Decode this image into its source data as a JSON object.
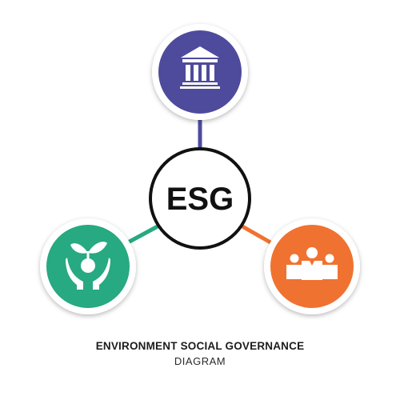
{
  "center": {
    "label": "ESG"
  },
  "nodes": [
    {
      "id": "governance",
      "icon": "bank-building-icon",
      "color": "#4e4b9c"
    },
    {
      "id": "social",
      "icon": "people-group-icon",
      "color": "#f07230"
    },
    {
      "id": "environment",
      "icon": "hands-plant-icon",
      "color": "#27a981"
    }
  ],
  "connector_colors": {
    "governance": "#4e4b9c",
    "social": "#f07230",
    "environment": "#27a981"
  },
  "caption": {
    "line1": "ENVIRONMENT SOCIAL GOVERNANCE",
    "line2": "DIAGRAM"
  },
  "side_id": "191639267"
}
